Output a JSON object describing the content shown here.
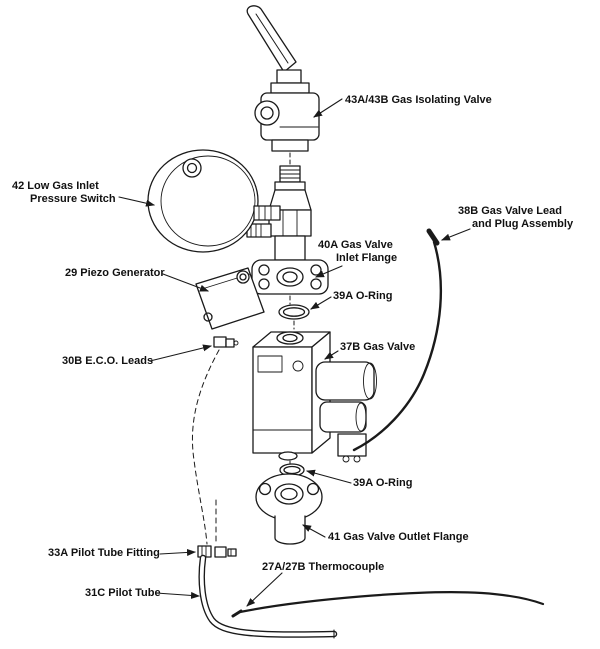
{
  "diagram": {
    "type": "exploded-parts-diagram",
    "colors": {
      "ink": "#1a1a1a",
      "background": "#ffffff"
    },
    "labels": {
      "isolating_valve": "43A/43B  Gas Isolating Valve",
      "pressure_switch": {
        "line1": "42  Low Gas Inlet",
        "line2": "Pressure Switch"
      },
      "valve_lead": {
        "line1": "38B  Gas Valve Lead",
        "line2": "and Plug Assembly"
      },
      "inlet_flange": {
        "line1": "40A Gas Valve",
        "line2": "Inlet Flange"
      },
      "piezo": "29  Piezo Generator",
      "oring_top": "39A  O-Ring",
      "gas_valve": "37B Gas Valve",
      "eco_leads": "30B  E.C.O. Leads",
      "oring_bottom": "39A  O-Ring",
      "outlet_flange": "41  Gas Valve Outlet Flange",
      "pilot_fitting": "33A  Pilot Tube Fitting",
      "thermocouple": "27A/27B  Thermocouple",
      "pilot_tube": "31C  Pilot Tube"
    }
  }
}
